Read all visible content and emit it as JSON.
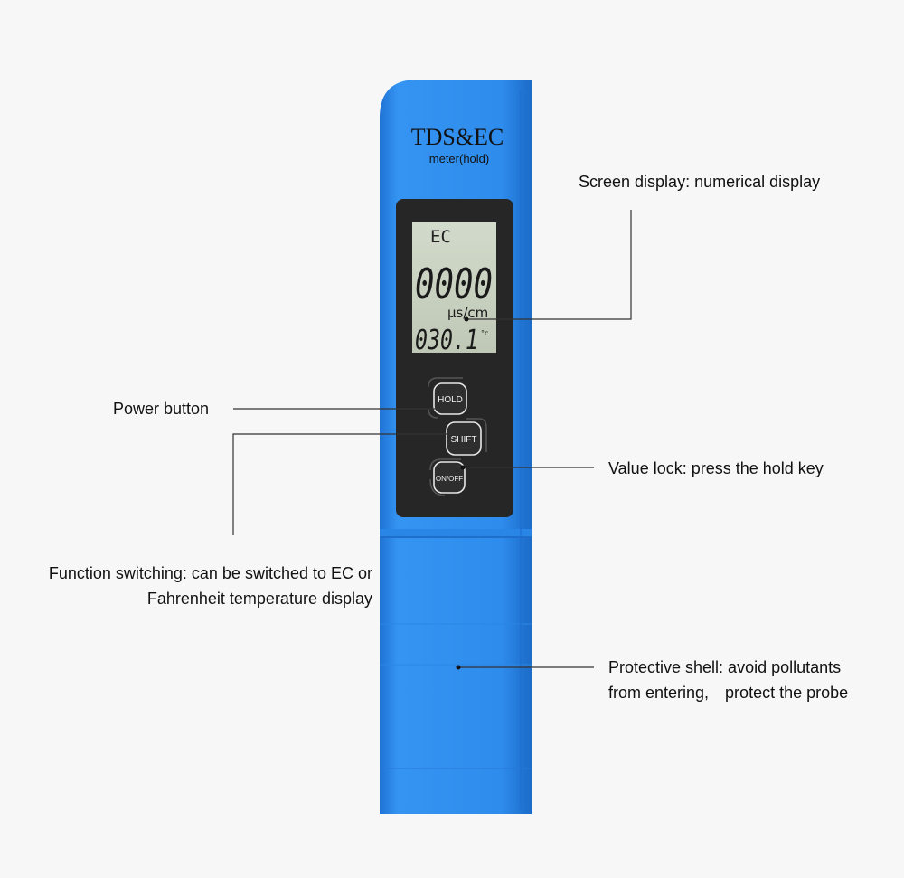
{
  "device": {
    "title": "TDS&EC",
    "subtitle": "meter(hold)",
    "colors": {
      "body": "#2f8ff0",
      "body_dark": "#1f6fce",
      "lcd": "#c9d1c0",
      "panel": "#252525"
    },
    "lcd": {
      "mode": "EC",
      "reading": "0000",
      "unit": "μs/cm",
      "temperature": "030.1",
      "temp_unit": "°c"
    },
    "buttons": {
      "hold": "HOLD",
      "shift": "SHIFT",
      "power": "ON/OFF"
    }
  },
  "callouts": {
    "screen": "Screen display: numerical display",
    "power": "Power button",
    "value_lock": "Value lock: press the hold key",
    "function_line1": "Function switching: can be switched to EC or",
    "function_line2": "Fahrenheit temperature display",
    "shell_line1": "Protective shell: avoid pollutants",
    "shell_line2": "from entering,　protect the probe"
  }
}
